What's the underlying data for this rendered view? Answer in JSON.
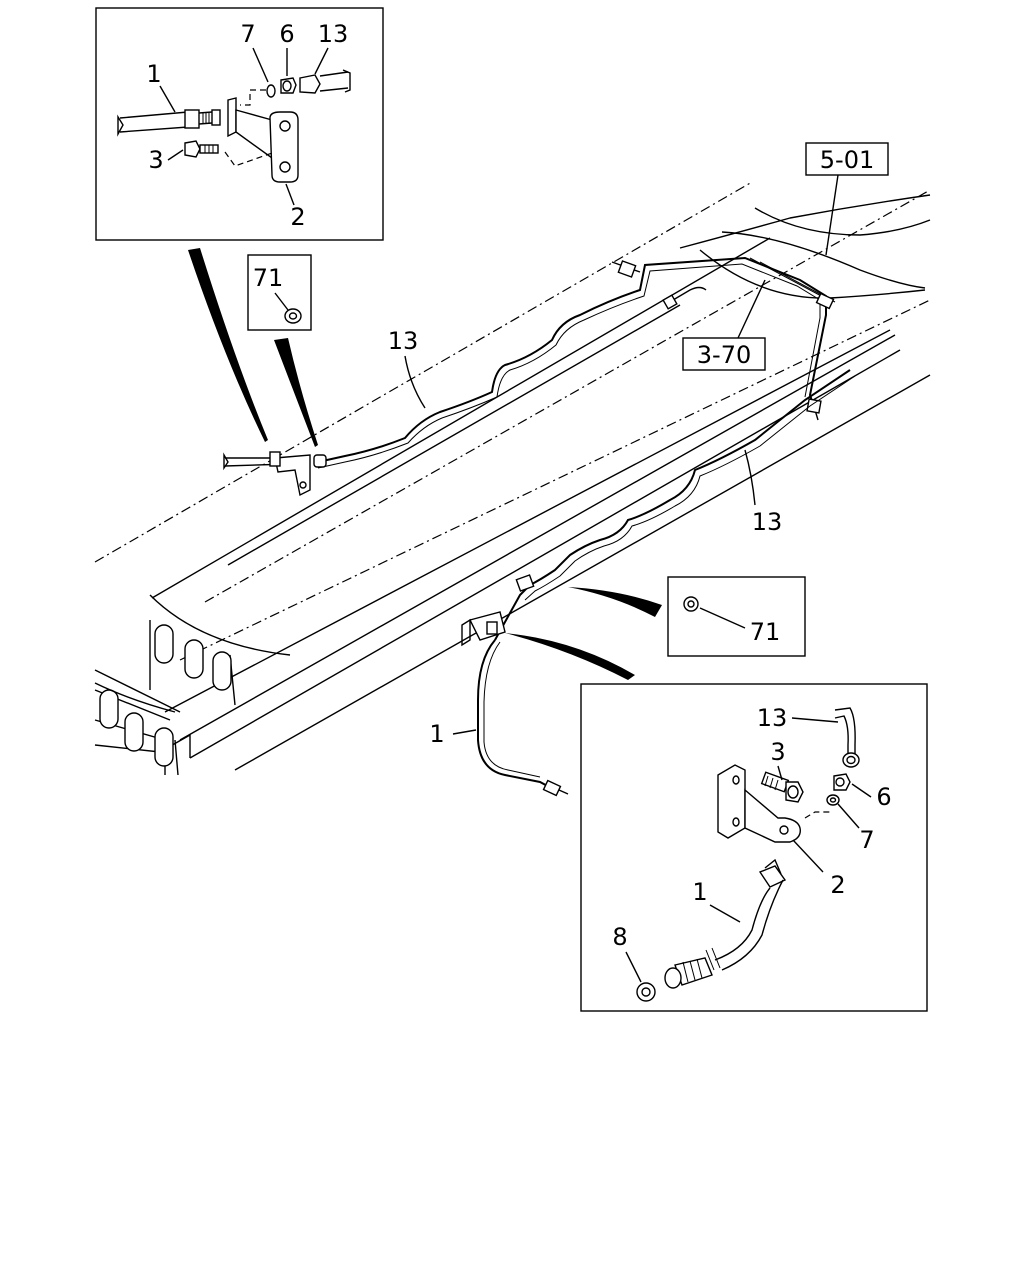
{
  "callouts": {
    "inset_top": {
      "part_1": "1",
      "part_7": "7",
      "part_6": "6",
      "part_13": "13",
      "part_3": "3",
      "part_2": "2"
    },
    "inset_71_top": {
      "part_71": "71"
    },
    "main": {
      "ref_501": "5-01",
      "ref_370": "3-70",
      "pipe_13_upper": "13",
      "pipe_13_lower": "13",
      "hose_1": "1"
    },
    "inset_71_right": {
      "part_71": "71"
    },
    "inset_bottom": {
      "part_13": "13",
      "part_3": "3",
      "part_6": "6",
      "part_7": "7",
      "part_2": "2",
      "part_1": "1",
      "part_8": "8"
    }
  },
  "icons": {
    "bracket": "bracket-icon",
    "bolt": "bolt-icon",
    "nut": "nut-icon",
    "washer": "washer-icon",
    "hose": "brake-hose-icon",
    "frame": "chassis-frame-icon"
  }
}
